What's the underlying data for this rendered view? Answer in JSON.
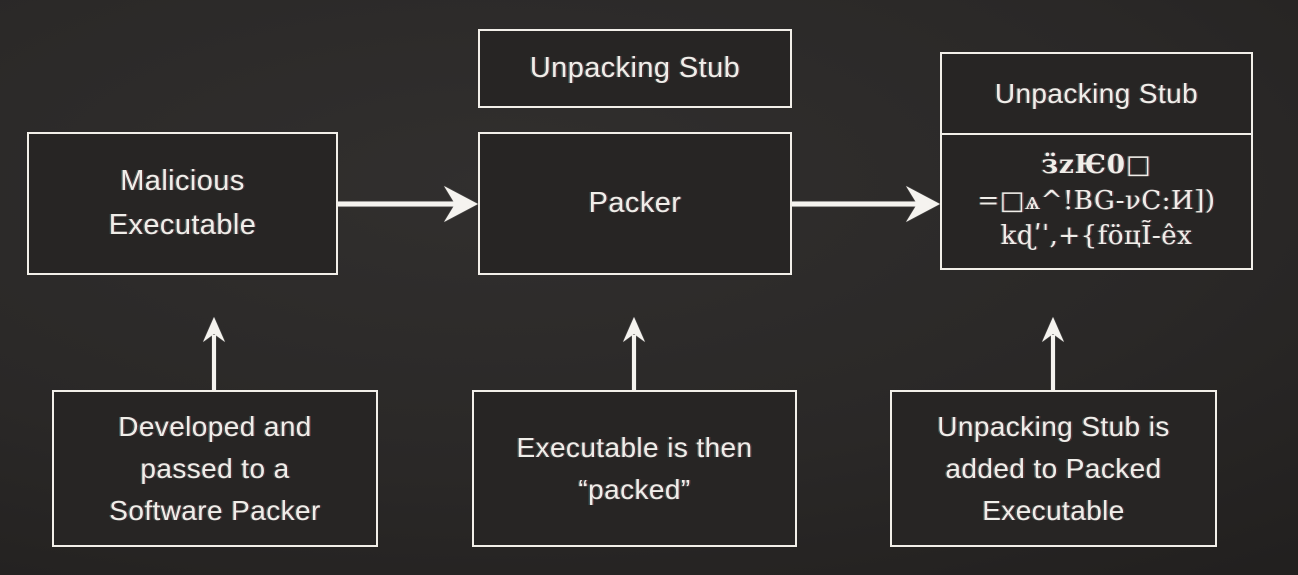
{
  "colors": {
    "background_center": "#312f2e",
    "background_edge": "#1b1918",
    "box_border": "#f2efe9",
    "box_fill": "#272524",
    "text": "#f0eee9"
  },
  "boxes": {
    "malicious": {
      "label": "Malicious\nExecutable"
    },
    "unpacking_stub": {
      "label": "Unpacking Stub"
    },
    "packer": {
      "label": "Packer"
    },
    "packed_result": {
      "header": "Unpacking Stub",
      "garbled_line1": "ӟzѤ0□",
      "garbled_line2": "=□ѧ^!BG-νC:И])",
      "garbled_line3": "kɖʹˈ,+{föцĨ-êx"
    }
  },
  "notes": {
    "developed": {
      "label": "Developed and\npassed to a\nSoftware Packer"
    },
    "packed": {
      "label": "Executable is then\n“packed”"
    },
    "stub_added": {
      "label": "Unpacking Stub is\nadded to Packed\nExecutable"
    }
  }
}
